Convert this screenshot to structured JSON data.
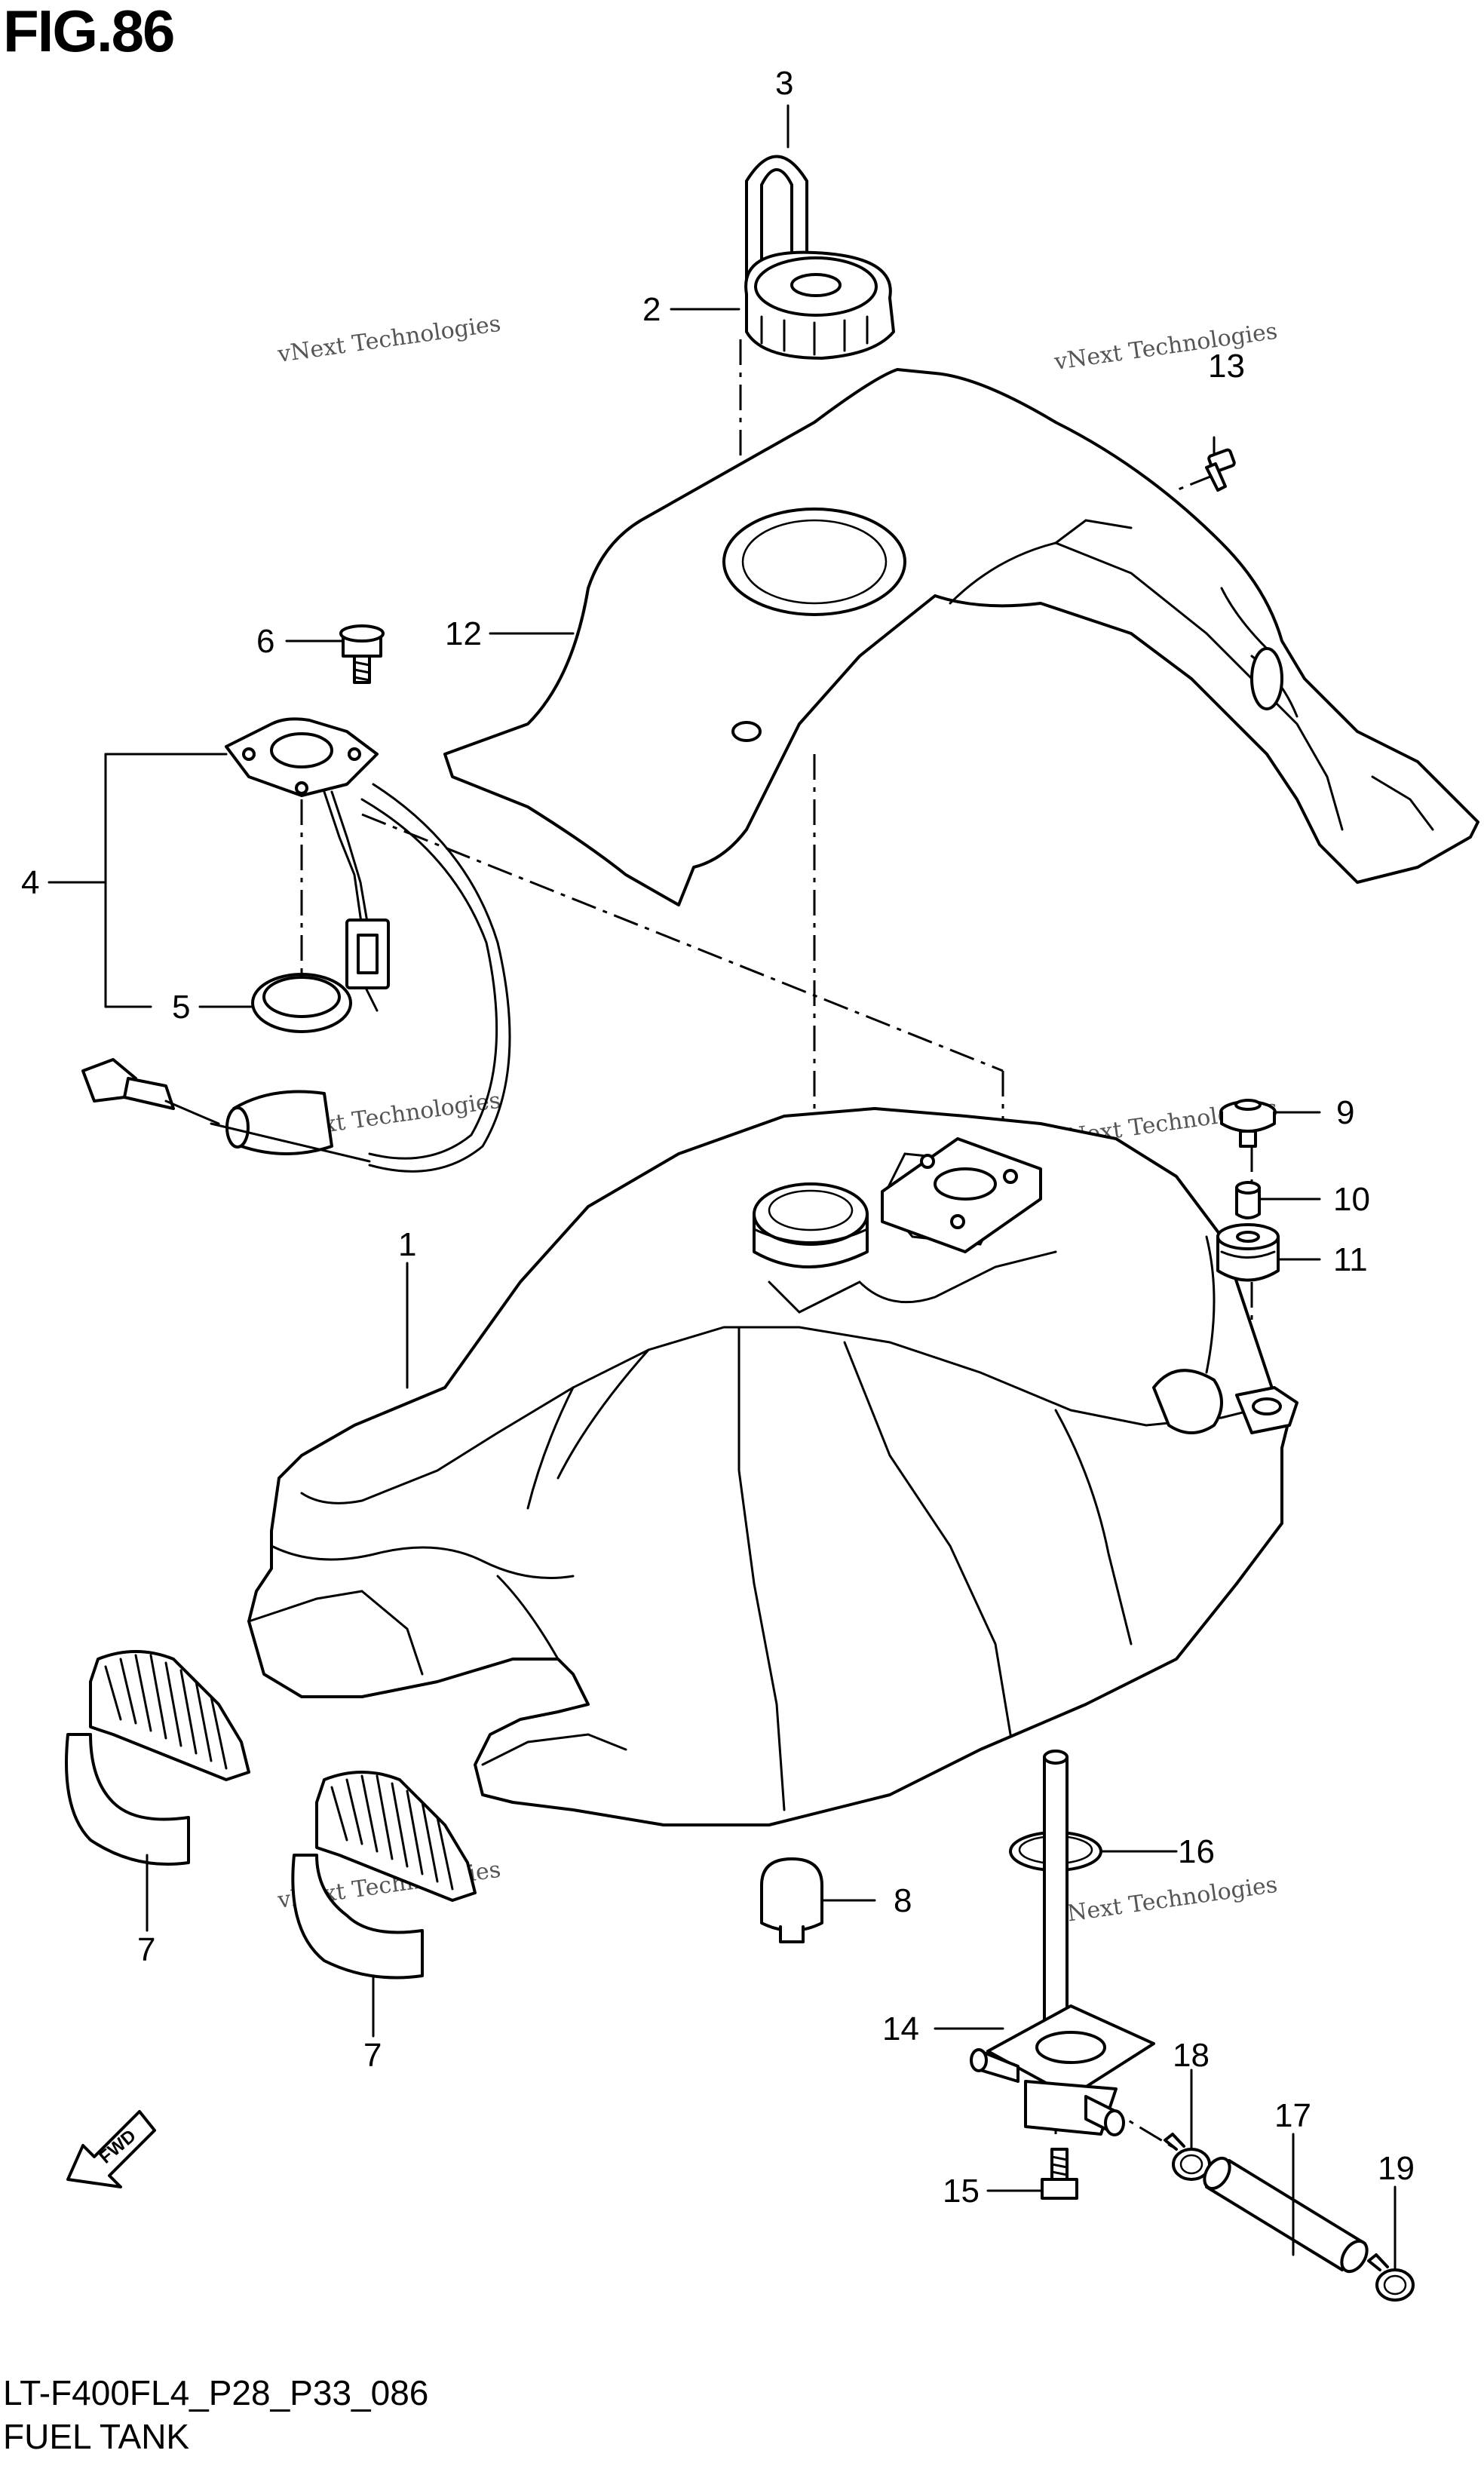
{
  "figure": {
    "title": "FIG.86",
    "code": "LT-F400FL4_P28_P33_086",
    "name": "FUEL TANK"
  },
  "watermark": {
    "line1": "vNext Technologies",
    "line2": "vNext\nTechnologies"
  },
  "fwd_label": "FWD",
  "callouts": [
    {
      "id": "c1",
      "label": "1"
    },
    {
      "id": "c2",
      "label": "2"
    },
    {
      "id": "c3",
      "label": "3"
    },
    {
      "id": "c4",
      "label": "4"
    },
    {
      "id": "c5",
      "label": "5"
    },
    {
      "id": "c6",
      "label": "6"
    },
    {
      "id": "c7a",
      "label": "7"
    },
    {
      "id": "c7b",
      "label": "7"
    },
    {
      "id": "c8",
      "label": "8"
    },
    {
      "id": "c9",
      "label": "9"
    },
    {
      "id": "c10",
      "label": "10"
    },
    {
      "id": "c11",
      "label": "11"
    },
    {
      "id": "c12",
      "label": "12"
    },
    {
      "id": "c13",
      "label": "13"
    },
    {
      "id": "c14",
      "label": "14"
    },
    {
      "id": "c15",
      "label": "15"
    },
    {
      "id": "c16",
      "label": "16"
    },
    {
      "id": "c17",
      "label": "17"
    },
    {
      "id": "c18",
      "label": "18"
    },
    {
      "id": "c19",
      "label": "19"
    }
  ]
}
